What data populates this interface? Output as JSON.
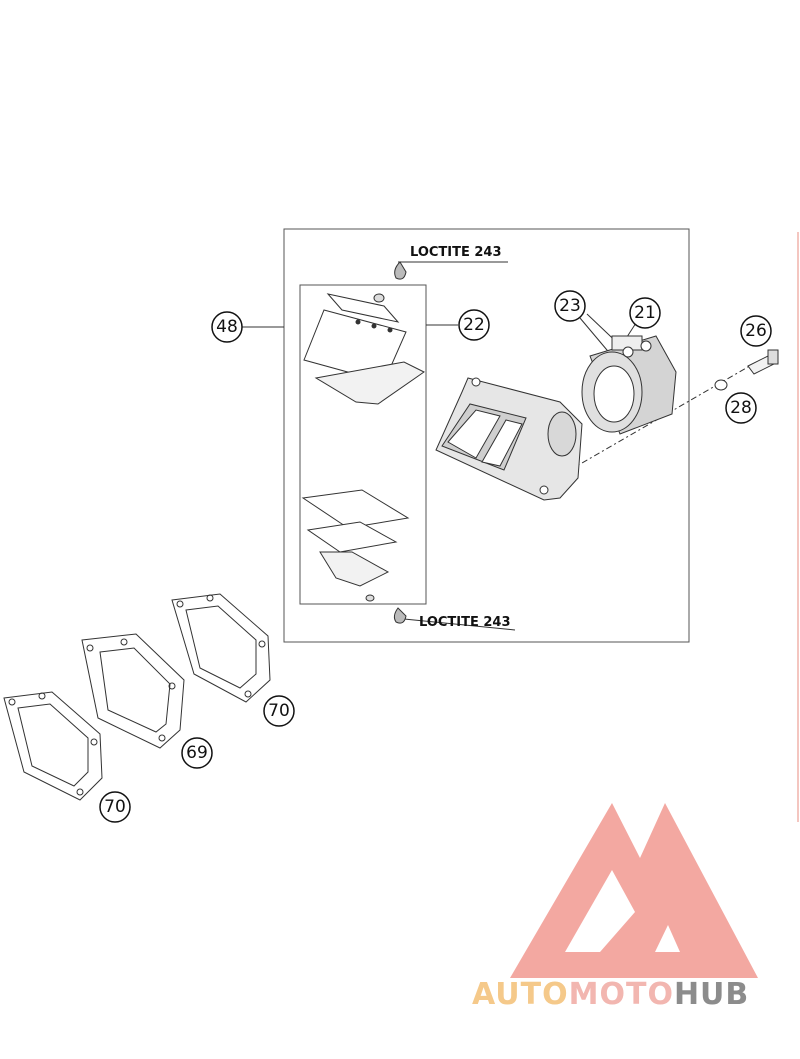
{
  "callouts": {
    "c48": "48",
    "c22": "22",
    "c23": "23",
    "c21": "21",
    "c26": "26",
    "c28": "28",
    "c70a": "70",
    "c69": "69",
    "c70b": "70"
  },
  "notes": {
    "loctite_top": "LOCTITE 243",
    "loctite_bottom": "LOCTITE 243"
  },
  "watermark": {
    "part1": "AUTO",
    "part2": "MOTO",
    "part3": "HUB",
    "color1": "#f5c98a",
    "color2": "#f2b6b0",
    "color3": "#8c8c8c",
    "logo_color": "#ef8b82"
  }
}
